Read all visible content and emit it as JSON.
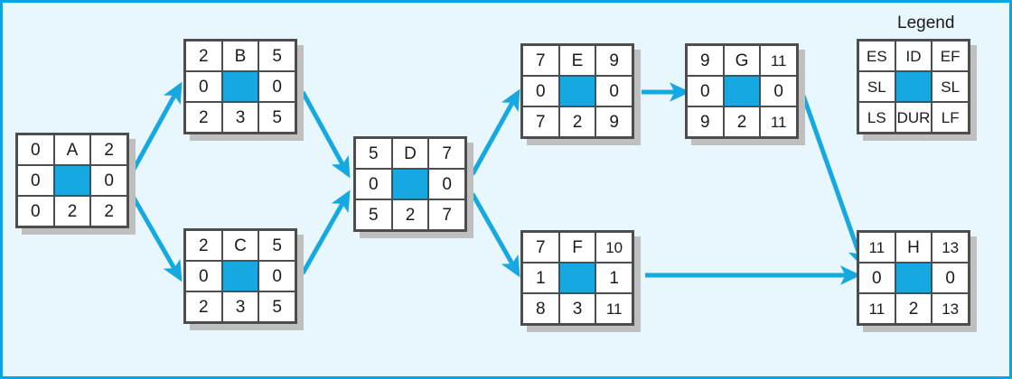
{
  "diagram": {
    "type": "activity-on-node-network",
    "background_color": "#e8f6fd",
    "border_color": "#00a7e8",
    "accent_color": "#16a8e0",
    "cell_border_color": "#4d4d4d",
    "shadow_color": "#bfbfbf"
  },
  "legend": {
    "title": "Legend",
    "cells": {
      "top_left": "ES",
      "top_center": "ID",
      "top_right": "EF",
      "mid_left": "SL",
      "mid_center": "",
      "mid_right": "SL",
      "bottom_left": "LS",
      "bottom_center": "DUR",
      "bottom_right": "LF"
    }
  },
  "nodes": [
    {
      "id": "A",
      "es": "0",
      "ef": "2",
      "sl_left": "0",
      "sl_right": "0",
      "ls": "0",
      "dur": "2",
      "lf": "2"
    },
    {
      "id": "B",
      "es": "2",
      "ef": "5",
      "sl_left": "0",
      "sl_right": "0",
      "ls": "2",
      "dur": "3",
      "lf": "5"
    },
    {
      "id": "C",
      "es": "2",
      "ef": "5",
      "sl_left": "0",
      "sl_right": "0",
      "ls": "2",
      "dur": "3",
      "lf": "5"
    },
    {
      "id": "D",
      "es": "5",
      "ef": "7",
      "sl_left": "0",
      "sl_right": "0",
      "ls": "5",
      "dur": "2",
      "lf": "7"
    },
    {
      "id": "E",
      "es": "7",
      "ef": "9",
      "sl_left": "0",
      "sl_right": "0",
      "ls": "7",
      "dur": "2",
      "lf": "9"
    },
    {
      "id": "F",
      "es": "7",
      "ef": "10",
      "sl_left": "1",
      "sl_right": "1",
      "ls": "8",
      "dur": "3",
      "lf": "11"
    },
    {
      "id": "G",
      "es": "9",
      "ef": "11",
      "sl_left": "0",
      "sl_right": "0",
      "ls": "9",
      "dur": "2",
      "lf": "11"
    },
    {
      "id": "H",
      "es": "11",
      "ef": "13",
      "sl_left": "0",
      "sl_right": "0",
      "ls": "11",
      "dur": "2",
      "lf": "13"
    }
  ],
  "edges": [
    {
      "from": "A",
      "to": "B"
    },
    {
      "from": "A",
      "to": "C"
    },
    {
      "from": "B",
      "to": "D"
    },
    {
      "from": "C",
      "to": "D"
    },
    {
      "from": "D",
      "to": "E"
    },
    {
      "from": "D",
      "to": "F"
    },
    {
      "from": "E",
      "to": "G"
    },
    {
      "from": "G",
      "to": "H"
    },
    {
      "from": "F",
      "to": "H"
    }
  ]
}
